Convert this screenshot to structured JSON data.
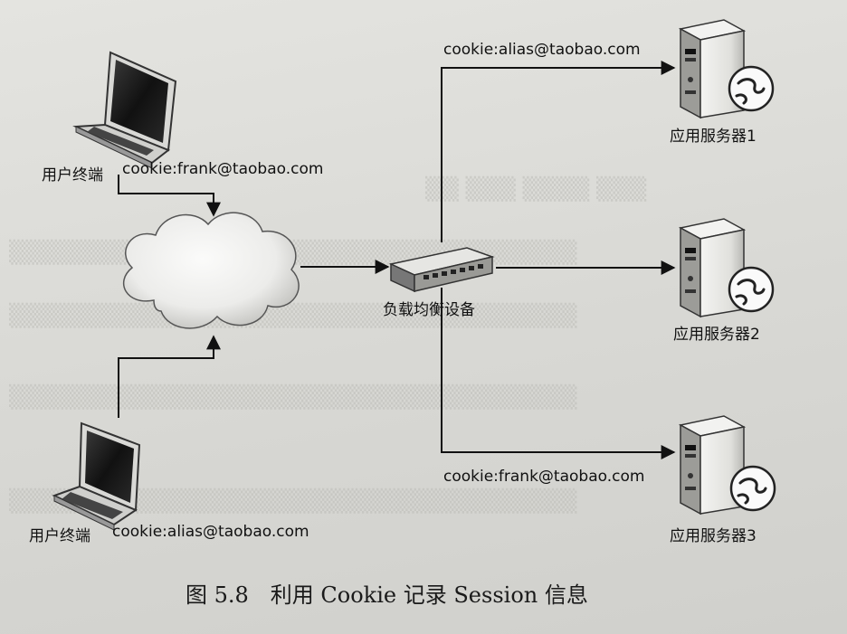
{
  "nodes": {
    "user_terminal_1": {
      "label": "用户终端",
      "cookie": "cookie:frank@taobao.com"
    },
    "user_terminal_2": {
      "label": "用户终端",
      "cookie": "cookie:alias@taobao.com"
    },
    "load_balancer": {
      "label": "负载均衡设备"
    },
    "server_1": {
      "label": "应用服务器1",
      "cookie": "cookie:alias@taobao.com"
    },
    "server_2": {
      "label": "应用服务器2"
    },
    "server_3": {
      "label": "应用服务器3",
      "cookie": "cookie:frank@taobao.com"
    }
  },
  "caption": "图 5.8　利用 Cookie 记录 Session 信息"
}
